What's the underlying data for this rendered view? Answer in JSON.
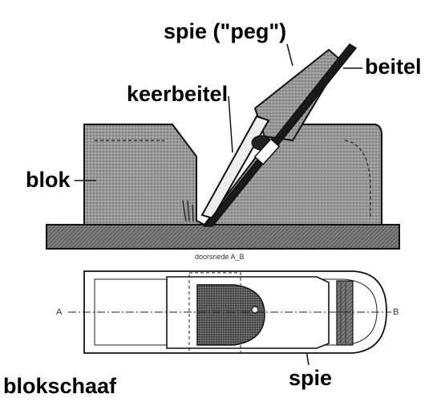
{
  "labels": {
    "peg": "spie (\"peg\")",
    "chisel": "beitel",
    "cap_iron": "keerbeitel",
    "block": "blok",
    "section": "doorsnede A_B",
    "marker_a": "A",
    "marker_b": "B",
    "wedge": "spie",
    "title": "blokschaaf"
  },
  "colors": {
    "ink": "#111111",
    "wood_fill": "#8f8f8f",
    "hatch": "#555555",
    "background": "#ffffff"
  }
}
